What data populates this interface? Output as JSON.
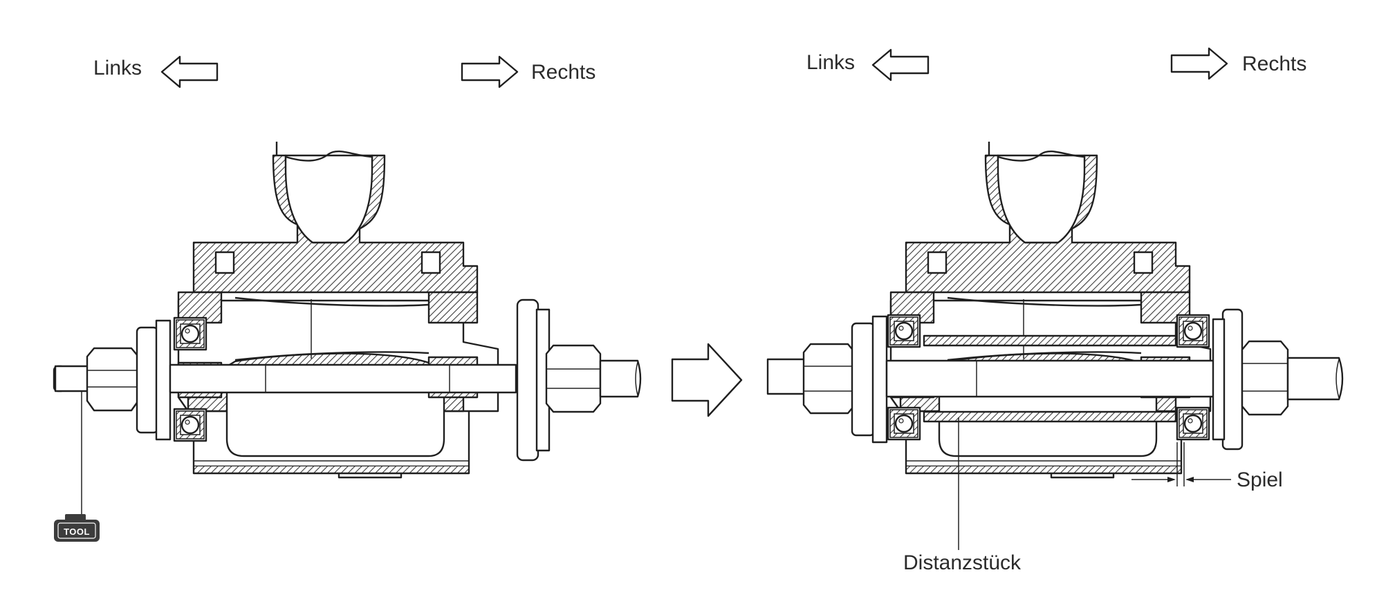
{
  "labels": {
    "left_direction": "Links",
    "right_direction": "Rechts",
    "tool": "TOOL",
    "spacer": "Distanzstück",
    "clearance": "Spiel"
  },
  "colors": {
    "line": "#1f1f1f",
    "hatch": "#3a3a3a",
    "background": "#ffffff",
    "tool_badge": "#3c3c3c"
  },
  "icons": {
    "left_arrow": "outline-arrow-left-icon",
    "right_arrow": "outline-arrow-right-icon",
    "step_arrow": "outline-arrow-right-large-icon",
    "tool": "tool-badge-icon"
  }
}
